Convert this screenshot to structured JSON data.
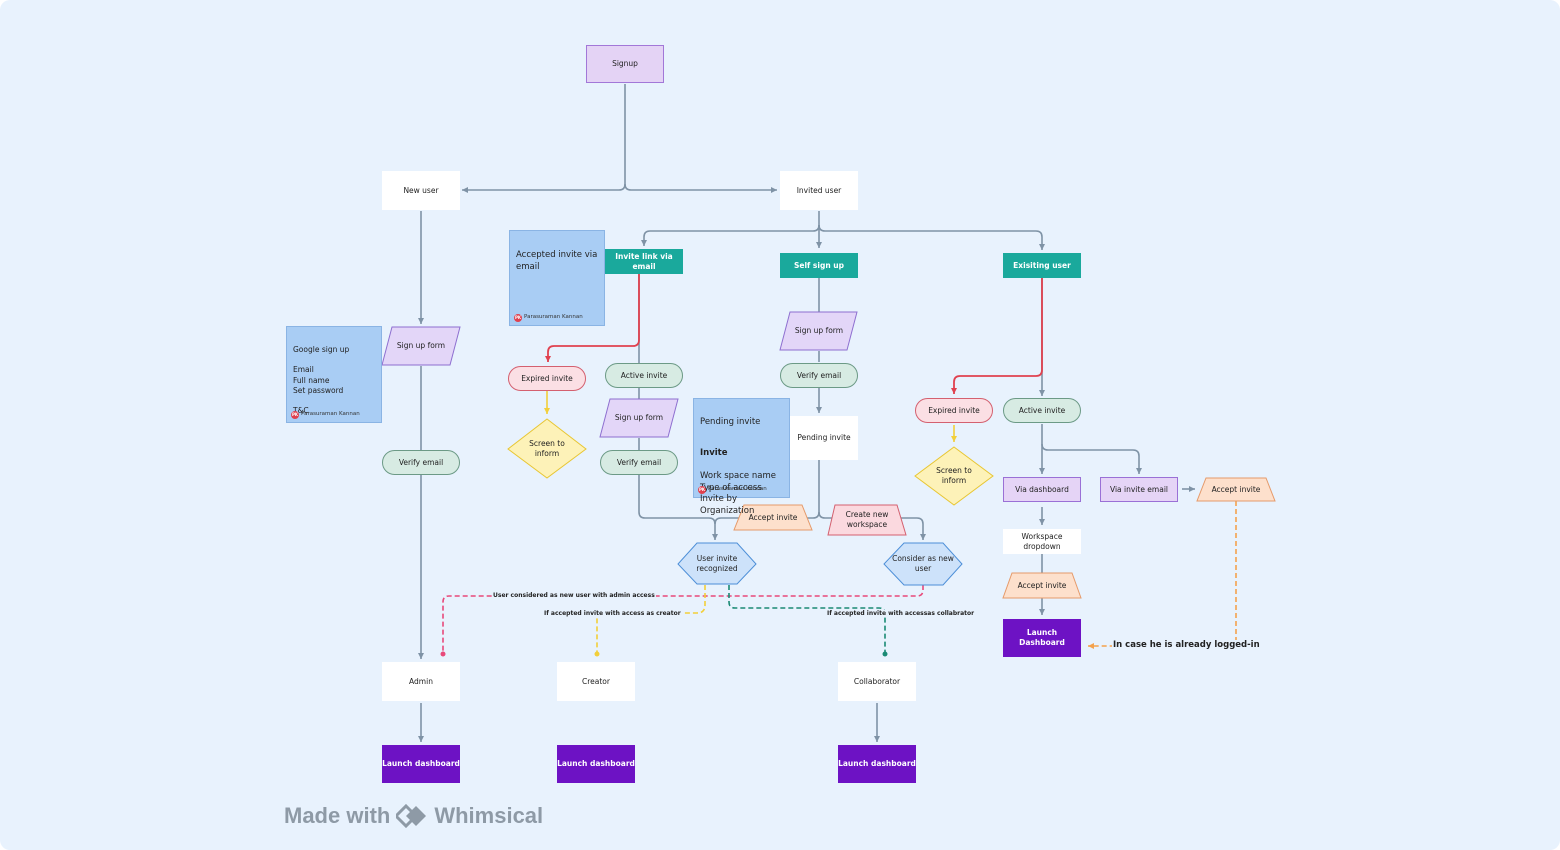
{
  "nodes": {
    "signup": "Signup",
    "new_user": "New user",
    "invited_user": "Invited user",
    "invite_link_via_email": "Invite link via email",
    "self_sign_up": "Self sign up",
    "existing_user": "Exisiting user",
    "sign_up_form_new": "Sign up form",
    "verify_email_new": "Verify email",
    "expired_invite_left": "Expired invite",
    "screen_to_inform_left": "Screen to inform",
    "active_invite_left": "Active invite",
    "sign_up_form_invite": "Sign up form",
    "verify_email_invite": "Verify email",
    "sign_up_form_self": "Sign up form",
    "verify_email_self": "Verify email",
    "pending_invite": "Pending invite",
    "accept_invite_mid": "Accept invite",
    "create_new_workspace": "Create new workspace",
    "user_invite_recognized": "User invite recognized",
    "consider_as_new_user": "Consider as new user",
    "expired_invite_right": "Expired invite",
    "screen_to_inform_right": "Screen to inform",
    "active_invite_right": "Active invite",
    "via_dashboard": "Via dashboard",
    "via_invite_email": "Via invite email",
    "accept_invite_right": "Accept invite",
    "workspace_dropdown": "Workspace dropdown",
    "accept_invite_dashboard": "Accept invite",
    "launch_dashboard_existing": "Launch Dashboard",
    "admin": "Admin",
    "creator": "Creator",
    "collaborator": "Collaborator",
    "launch_dashboard_admin": "Launch dashboard",
    "launch_dashboard_creator": "Launch dashboard",
    "launch_dashboard_collaborator": "Launch dashboard"
  },
  "notes": {
    "google_sign_up": {
      "text": "Google sign up\n\nEmail\nFull name\nSet password\n\nT&C",
      "author": "Parasuraman Kannan",
      "initials": "PK"
    },
    "accepted_invite": {
      "text": "Accepted invite via email",
      "author": "Parasuraman Kannan",
      "initials": "PK"
    },
    "pending_invite_note": {
      "title": "Pending invite",
      "heading": "Invite",
      "lines": "Work space name\nType of access\nInvite by\nOrganization",
      "author": "Parasuraman Kannan",
      "initials": "PK"
    }
  },
  "edge_labels": {
    "admin_access": "User considered as new user with admin access",
    "creator_access": "If accepted invite with access as creator",
    "collaborator_access": "If accepted invite with accessas collabrator",
    "already_logged_in": "In case he is already logged-in"
  },
  "colors": {
    "canvas": "#e8f2fd",
    "connector": "#7f93a6",
    "red": "#e0414f",
    "yellow": "#f2cf3a",
    "pink_dashed": "#e8497a",
    "teal_dashed": "#1a8a74",
    "orange_dashed": "#f4a24d",
    "teal_node": "#1aa99c",
    "purple_node": "#6d12c4"
  },
  "footer": {
    "made_with": "Made with",
    "brand": "Whimsical"
  }
}
